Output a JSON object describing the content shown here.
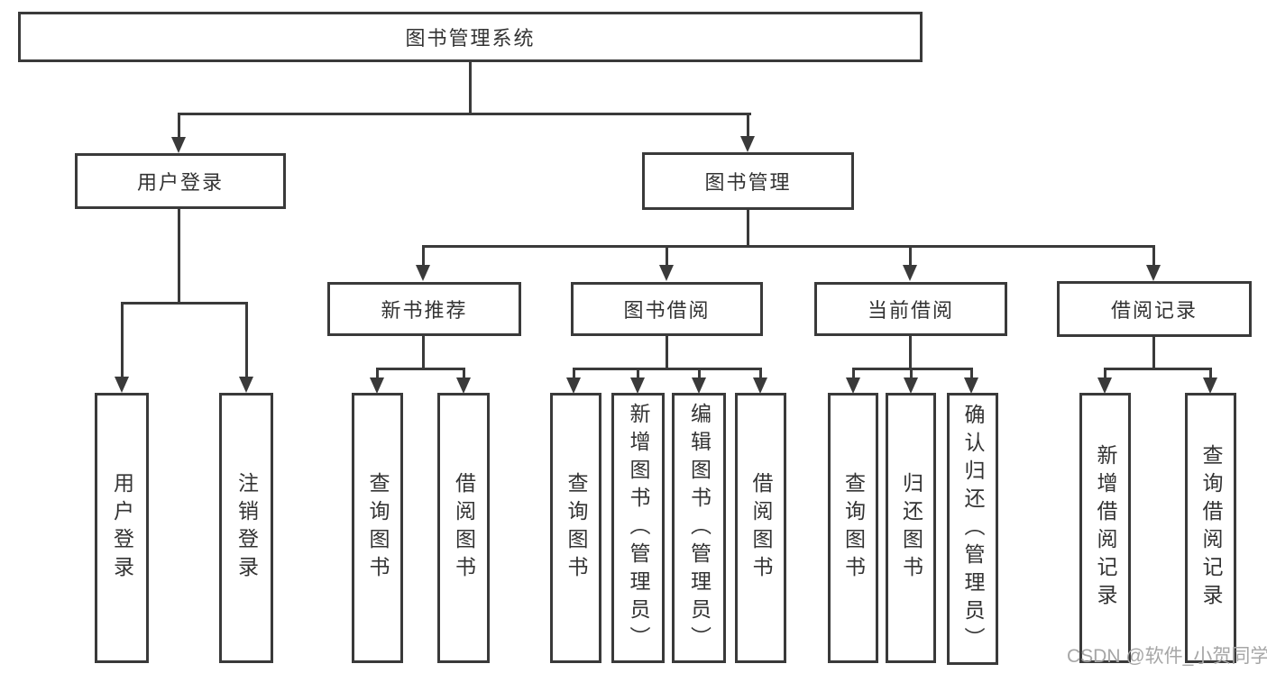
{
  "diagram": {
    "root": "图书管理系统",
    "level2": [
      "用户登录",
      "图书管理"
    ],
    "level3": [
      "新书推荐",
      "图书借阅",
      "当前借阅",
      "借阅记录"
    ],
    "login_children": [
      "用户登录",
      "注销登录"
    ],
    "newbook_children": [
      "查询图书",
      "借阅图书"
    ],
    "borrow_children": [
      "查询图书",
      "新增图书（管理员）",
      "编辑图书（管理员）",
      "借阅图书"
    ],
    "current_children": [
      "查询图书",
      "归还图书",
      "确认归还（管理员）"
    ],
    "record_children": [
      "新增借阅记录",
      "查询借阅记录"
    ]
  },
  "watermark": "CSDN @软件_小贺同学",
  "colors": {
    "line": "#3a3a3a",
    "text": "#333333",
    "watermark": "#a6a6a6",
    "background": "#ffffff"
  }
}
